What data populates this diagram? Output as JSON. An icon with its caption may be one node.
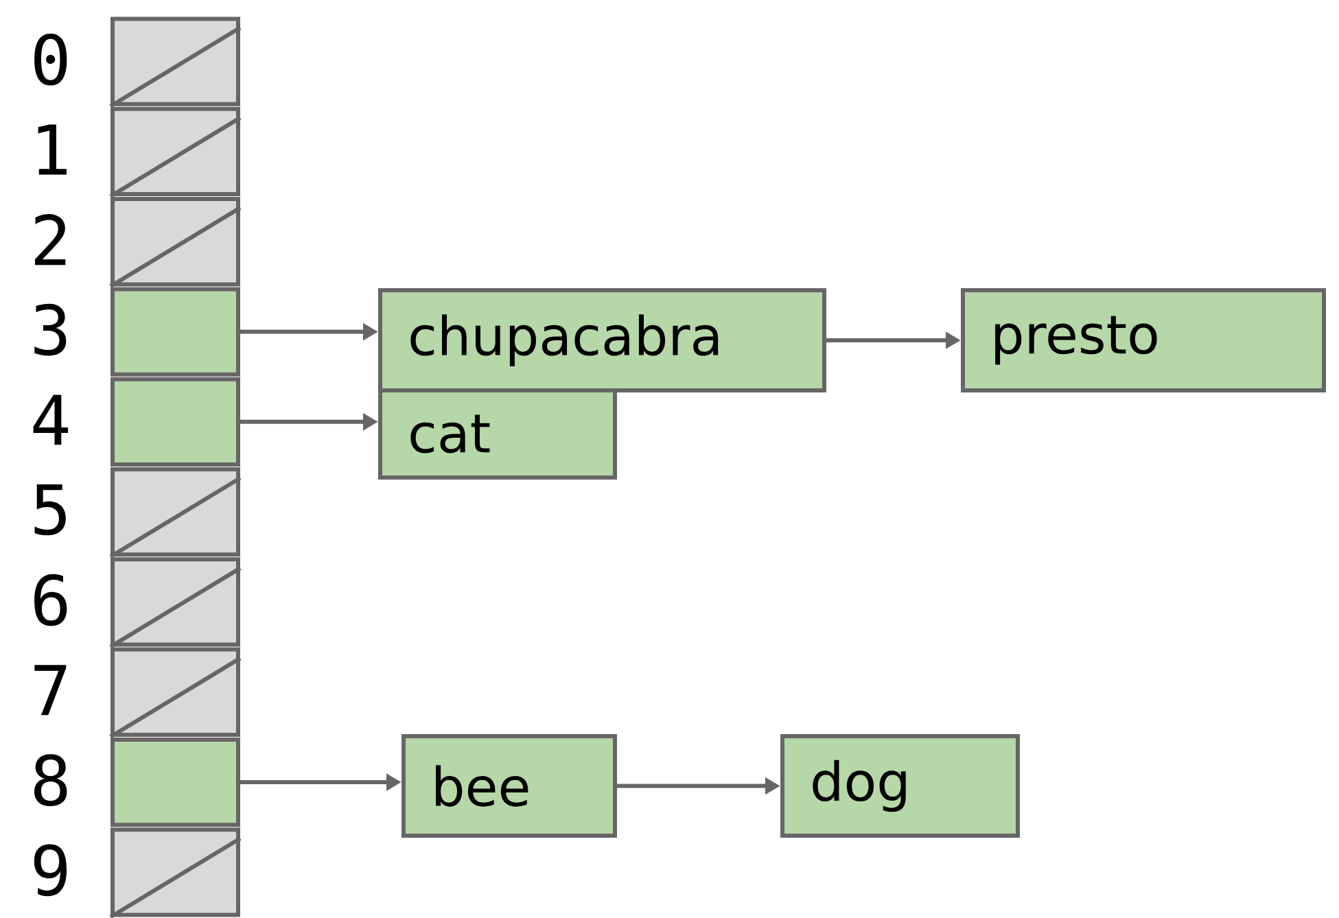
{
  "diagram": {
    "nodes": [
      {
        "text": [],
        "shape": "box",
        "beside": [
          "0"
        ]
      },
      {
        "text": [],
        "shape": "box",
        "beside": [
          "1"
        ]
      },
      {
        "text": [],
        "shape": "box",
        "beside": [
          "2"
        ]
      },
      {
        "text": [],
        "shape": "box",
        "beside": [
          "3"
        ]
      },
      {
        "text": [],
        "shape": "box",
        "beside": [
          "4"
        ]
      },
      {
        "text": [],
        "shape": "box",
        "beside": [
          "5"
        ]
      },
      {
        "text": [],
        "shape": "box",
        "beside": [
          "6"
        ]
      },
      {
        "text": [],
        "shape": "box",
        "beside": [
          "7"
        ]
      },
      {
        "text": [],
        "shape": "box",
        "beside": [
          "8"
        ]
      },
      {
        "text": [],
        "shape": "box",
        "beside": [
          "9"
        ]
      },
      {
        "text": [
          "chupacabra"
        ]
      },
      {
        "text": [
          "presto"
        ]
      },
      {
        "text": [
          "cat"
        ]
      },
      {
        "text": [
          "bee"
        ]
      },
      {
        "text": [
          "dog"
        ]
      }
    ],
    "edges": [
      {
        "from": 3,
        "to": 10,
        "arrow": "to"
      },
      {
        "from": 10,
        "to": 11,
        "arrow": "to"
      },
      {
        "from": 4,
        "to": 12,
        "arrow": "to"
      },
      {
        "from": 8,
        "to": 13,
        "arrow": "to"
      },
      {
        "from": 13,
        "to": 14,
        "arrow": "to"
      }
    ]
  }
}
